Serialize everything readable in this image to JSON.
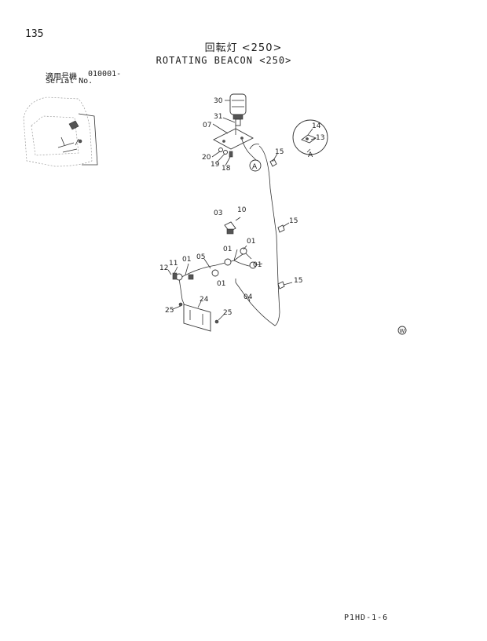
{
  "header": {
    "page_number": "135",
    "title_jp": "回転灯 <250>",
    "title_en": "ROTATING BEACON <250>",
    "serial_label_jp": "適用号機",
    "serial_label_en": "Serial No.",
    "serial_value": "010001-"
  },
  "callouts": {
    "c30": "30",
    "c31": "31",
    "c07": "07",
    "c20": "20",
    "c19": "19",
    "c18": "18",
    "cA": "A",
    "c15a": "15",
    "c14": "14",
    "c13": "13",
    "cAref": "A",
    "c03": "03",
    "c10": "10",
    "c15b": "15",
    "c01a": "01",
    "c01b": "01",
    "c01c": "01",
    "c01d": "01",
    "c01e": "01",
    "c05": "05",
    "c12": "12",
    "c11": "11",
    "c15c": "15",
    "c04": "04",
    "c24": "24",
    "c25a": "25",
    "c25b": "25"
  },
  "footer": {
    "code": "P1HD-1-6",
    "mark": "W"
  }
}
